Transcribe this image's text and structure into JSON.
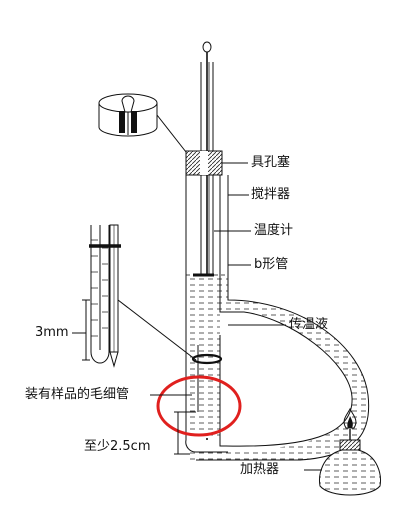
{
  "labels": {
    "stopper": "具孔塞",
    "stirrer": "搅拌器",
    "thermometer": "温度计",
    "b_tube": "b形管",
    "heat_liquid": "传温液",
    "capillary": "装有样品的毛细管",
    "min_depth": "至少2.5cm",
    "heater": "加热器",
    "sample_height": "3mm"
  },
  "colors": {
    "highlight_circle": "#e0201e",
    "line": "#111111"
  }
}
